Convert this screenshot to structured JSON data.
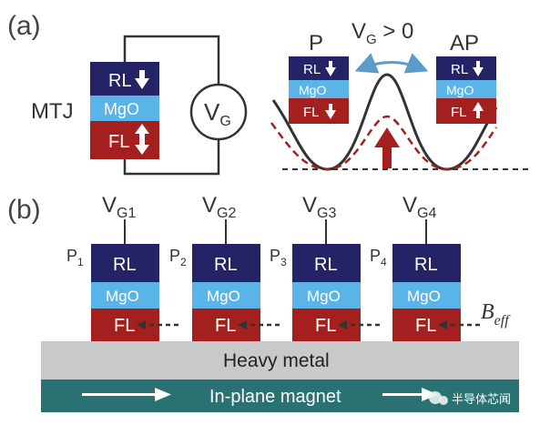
{
  "panel_a": {
    "label": "(a)",
    "mtj_label": "MTJ",
    "stack": {
      "rl": "RL",
      "mgo": "MgO",
      "fl": "FL"
    },
    "voltage_source": {
      "main": "V",
      "sub": "G"
    },
    "energy_landscape": {
      "condition_main": "V",
      "condition_sub": "G",
      "condition_rest": " > 0",
      "state_left": "P",
      "state_right": "AP",
      "left_stack": {
        "rl": "RL",
        "mgo": "MgO",
        "fl": "FL"
      },
      "right_stack": {
        "rl": "RL",
        "mgo": "MgO",
        "fl": "FL"
      }
    }
  },
  "panel_b": {
    "label": "(b)",
    "devices": [
      {
        "gate_main": "V",
        "gate_sub": "G1",
        "p_main": "P",
        "p_sub": "1",
        "rl": "RL",
        "mgo": "MgO",
        "fl": "FL"
      },
      {
        "gate_main": "V",
        "gate_sub": "G2",
        "p_main": "P",
        "p_sub": "2",
        "rl": "RL",
        "mgo": "MgO",
        "fl": "FL"
      },
      {
        "gate_main": "V",
        "gate_sub": "G3",
        "p_main": "P",
        "p_sub": "3",
        "rl": "RL",
        "mgo": "MgO",
        "fl": "FL"
      },
      {
        "gate_main": "V",
        "gate_sub": "G4",
        "p_main": "P",
        "p_sub": "4",
        "rl": "RL",
        "mgo": "MgO",
        "fl": "FL"
      }
    ],
    "beff_main": "B",
    "beff_sub": "eff",
    "heavy_metal": "Heavy metal",
    "in_plane_magnet": "In-plane magnet",
    "watermark": "半导体芯闻"
  },
  "colors": {
    "rl": "#232366",
    "mgo": "#5ab4e8",
    "fl": "#a3201e",
    "heavy_metal": "#c8c9cb",
    "magnet": "#2a7173",
    "curve_solid": "#333333",
    "curve_dashed": "#a3201e",
    "arrow_blue": "#5b9cc8"
  }
}
